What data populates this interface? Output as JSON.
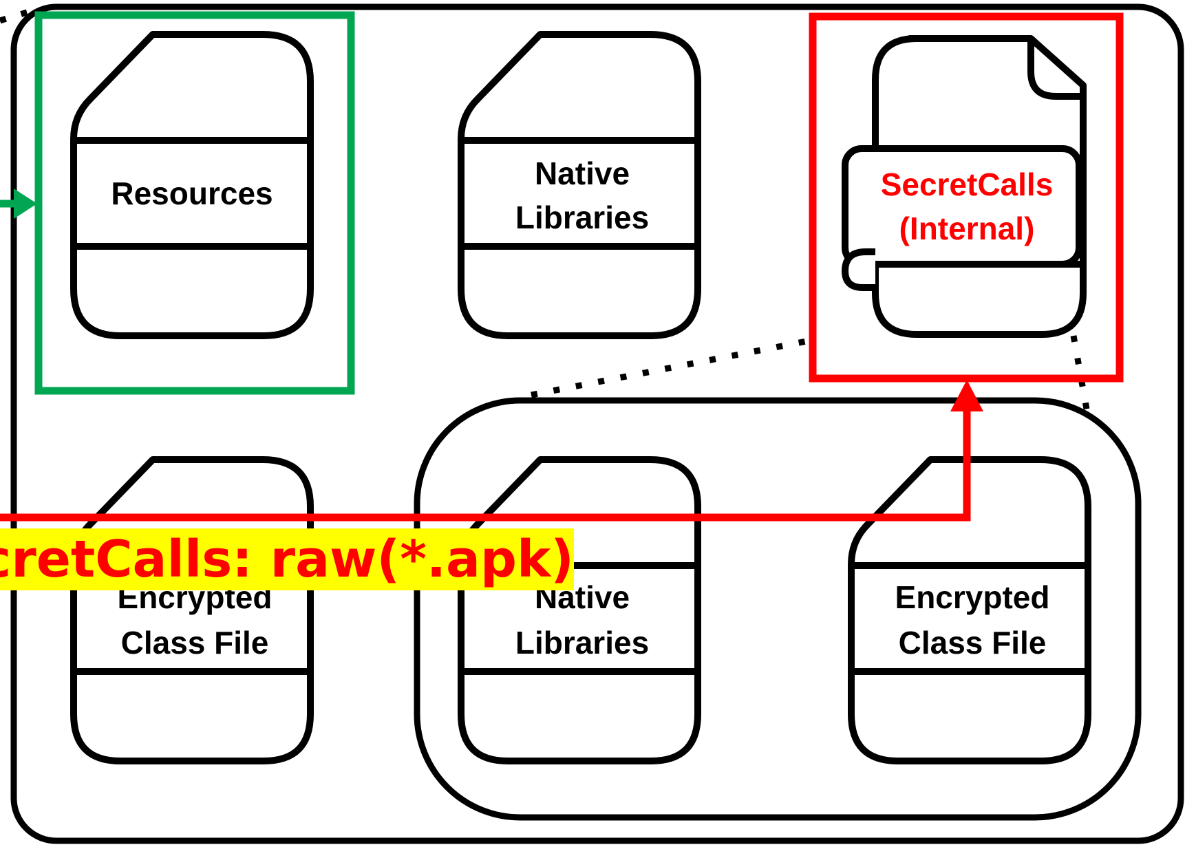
{
  "colors": {
    "outline": "#000000",
    "highlight_green": "#00a651",
    "highlight_red": "#ff0000",
    "banner_bg": "#ffff00",
    "banner_text": "#ff0000"
  },
  "files": {
    "resources": {
      "lines": [
        "Resources"
      ],
      "icon": "file-icon"
    },
    "native_top": {
      "lines": [
        "Native",
        "Libraries"
      ],
      "icon": "file-icon"
    },
    "secretcalls_internal": {
      "lines": [
        "SecretCalls",
        "(Internal)"
      ],
      "icon": "document-scroll-icon"
    },
    "encrypted_left": {
      "lines": [
        "Encrypted",
        "Class File"
      ],
      "icon": "file-icon"
    },
    "native_inner": {
      "lines": [
        "Native",
        "Libraries"
      ],
      "icon": "file-icon"
    },
    "encrypted_inner": {
      "lines": [
        "Encrypted",
        "Class File"
      ],
      "icon": "file-icon"
    }
  },
  "banner": {
    "text": "SecretCalls: raw(*.apk)"
  }
}
